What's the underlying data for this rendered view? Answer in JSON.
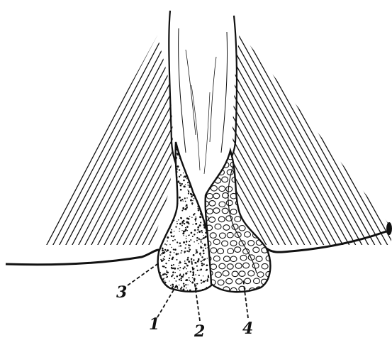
{
  "figure": {
    "ink_color": "#111111",
    "paper_color": "#ffffff",
    "labels": {
      "l1": "1",
      "l2": "2",
      "l3": "3",
      "l4": "4"
    }
  }
}
